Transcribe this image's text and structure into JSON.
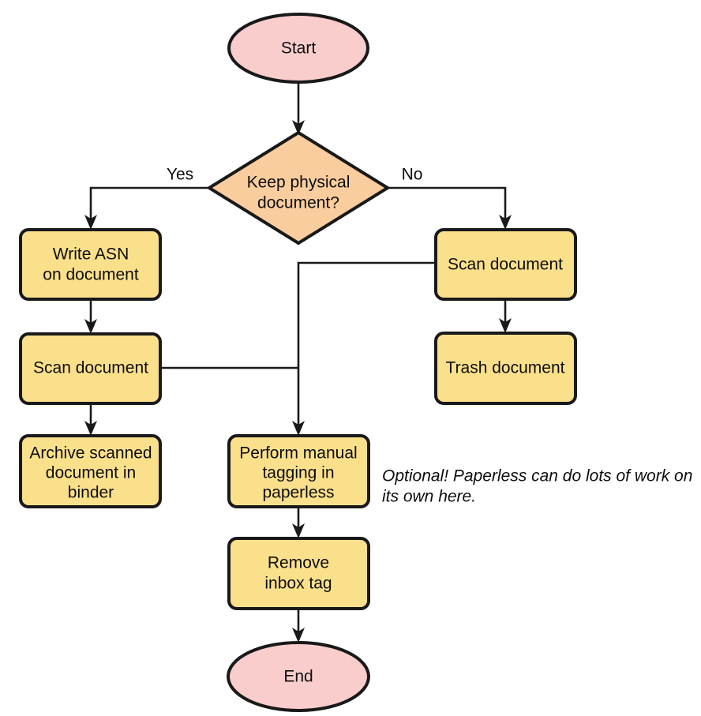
{
  "diagram": {
    "type": "flowchart",
    "title_visible": false,
    "background_color": "#ffffff",
    "palette": {
      "terminator_fill": "#facdcd",
      "decision_fill": "#facd9e",
      "process_fill": "#fbe08c",
      "stroke": "#191919",
      "text": "#0d0d0d"
    },
    "nodes": [
      {
        "id": "start",
        "label": "Start",
        "shape": "ellipse",
        "fill": "#facdcd"
      },
      {
        "id": "decision",
        "label_line1": "Keep physical",
        "label_line2": "document?",
        "shape": "diamond",
        "fill": "#facd9e"
      },
      {
        "id": "write_asn",
        "label_line1": "Write ASN",
        "label_line2": "on document",
        "shape": "rounded-rect",
        "fill": "#fbe08c"
      },
      {
        "id": "scan_left",
        "label_line1": "Scan document",
        "shape": "rounded-rect",
        "fill": "#fbe08c"
      },
      {
        "id": "archive",
        "label_line1": "Archive scanned",
        "label_line2": "document in",
        "label_line3": "binder",
        "shape": "rounded-rect",
        "fill": "#fbe08c"
      },
      {
        "id": "scan_right",
        "label_line1": "Scan document",
        "shape": "rounded-rect",
        "fill": "#fbe08c"
      },
      {
        "id": "trash",
        "label_line1": "Trash document",
        "shape": "rounded-rect",
        "fill": "#fbe08c"
      },
      {
        "id": "tagging",
        "label_line1": "Perform manual",
        "label_line2": "tagging in",
        "label_line3": "paperless",
        "shape": "rounded-rect",
        "fill": "#fbe08c"
      },
      {
        "id": "remove_inbox",
        "label_line1": "Remove",
        "label_line2": "inbox tag",
        "shape": "rounded-rect",
        "fill": "#fbe08c"
      },
      {
        "id": "end",
        "label": "End",
        "shape": "ellipse",
        "fill": "#facdcd"
      }
    ],
    "edges": [
      {
        "from": "start",
        "to": "decision",
        "label": ""
      },
      {
        "from": "decision",
        "to": "write_asn",
        "label": "Yes"
      },
      {
        "from": "decision",
        "to": "scan_right",
        "label": "No"
      },
      {
        "from": "write_asn",
        "to": "scan_left",
        "label": ""
      },
      {
        "from": "scan_left",
        "to": "archive",
        "label": ""
      },
      {
        "from": "scan_left",
        "to": "tagging",
        "label": ""
      },
      {
        "from": "scan_right",
        "to": "trash",
        "label": ""
      },
      {
        "from": "scan_right",
        "to": "tagging",
        "label": ""
      },
      {
        "from": "tagging",
        "to": "remove_inbox",
        "label": ""
      },
      {
        "from": "remove_inbox",
        "to": "end",
        "label": ""
      }
    ],
    "edge_labels": {
      "yes": "Yes",
      "no": "No"
    },
    "annotation": {
      "line1": "Optional! Paperless can do lots of work on",
      "line2": "its own here."
    }
  }
}
